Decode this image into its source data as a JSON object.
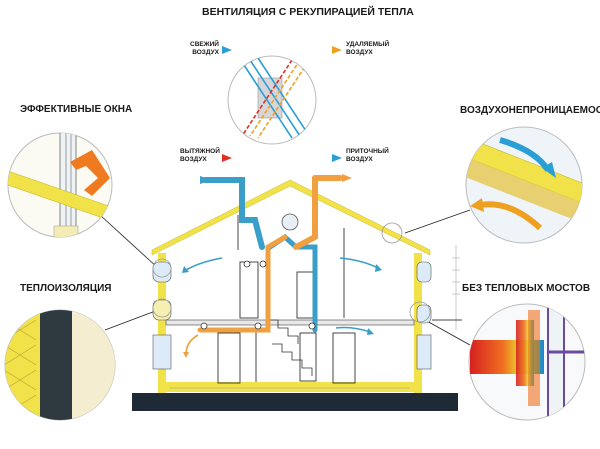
{
  "title": "ВЕНТИЛЯЦИЯ С РЕКУПИРАЦИЕЙ ТЕПЛА",
  "callouts": {
    "windows": "ЭФФЕКТИВНЫЕ ОКНА",
    "insulation": "ТЕПЛОИЗОЛЯЦИЯ",
    "airtightness": "ВОЗДУХОНЕПРОНИЦАЕМОСТЬ",
    "no_bridges": "БЕЗ ТЕПЛОВЫХ МОСТОВ"
  },
  "air_labels": {
    "fresh": "СВЕЖИЙ\nВОЗДУХ",
    "removed": "УДАЛЯЕМЫЙ\nВОЗДУХ",
    "exhaust": "ВЫТЯЖНОЙ\nВОЗДУХ",
    "supply": "ПРИТОЧНЫЙ\nВОЗДУХ"
  },
  "colors": {
    "fresh": "#2a9fd6",
    "removed": "#f0a020",
    "exhaust": "#e03020",
    "supply": "#2a9fd6",
    "frame": "#f2e24a",
    "duct_blue": "#3a9ec8",
    "duct_orange": "#f0a040"
  }
}
